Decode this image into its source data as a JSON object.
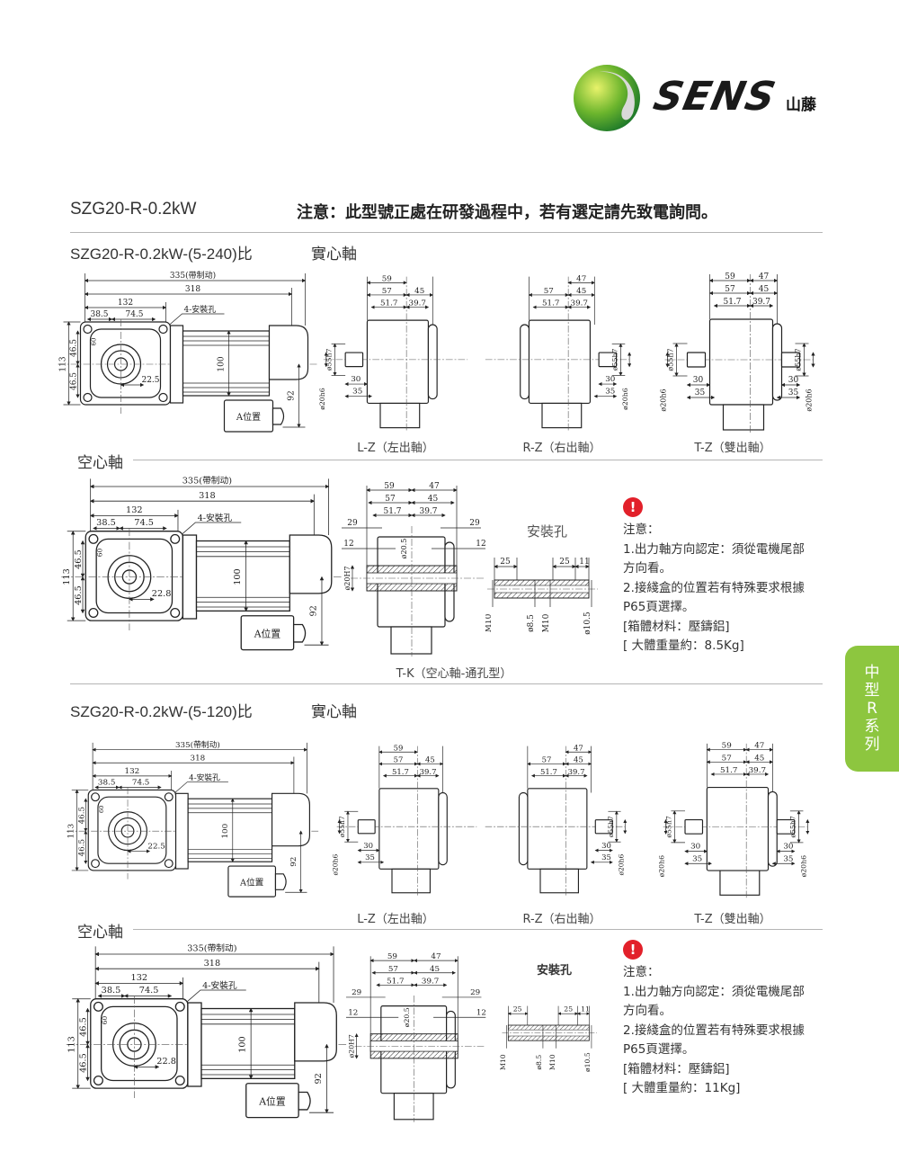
{
  "logo": {
    "brand": "SENS",
    "cn": "山藤"
  },
  "header": {
    "model": "SZG20-R-0.2kW",
    "notice": "注意：此型號正處在研發過程中，若有選定請先致電詢問。"
  },
  "side_tab": [
    "中",
    "型",
    "R",
    "系",
    "列"
  ],
  "sections": [
    {
      "title": "SZG20-R-0.2kW-(5-240)比",
      "shaft": "實心軸",
      "motor": {
        "overall": "335(帶制动)",
        "length": "318",
        "flange": "132",
        "d1": "38.5",
        "d2": "74.5",
        "holes": "4-安裝孔",
        "height": "113",
        "h1": "46.5",
        "h2": "46.5",
        "sq": "60",
        "offset": "22.5",
        "dia": "100",
        "cap": "92",
        "box": "A位置"
      },
      "views": [
        {
          "label": "L-Z（左出軸）",
          "top": [
            "59",
            "57",
            "45",
            "51.7",
            "39.7"
          ],
          "shaft": [
            "ø55h7",
            "ø20h6",
            "30",
            "35"
          ]
        },
        {
          "label": "R-Z（右出軸）",
          "top": [
            "47",
            "57",
            "45",
            "51.7",
            "39.7"
          ],
          "shaft": [
            "ø55h7",
            "ø20h6",
            "30",
            "35"
          ]
        },
        {
          "label": "T-Z（雙出軸）",
          "top": [
            "59",
            "47",
            "57",
            "45",
            "51.7",
            "39.7"
          ],
          "shaft": [
            "ø55h7",
            "ø20h6",
            "30",
            "35",
            "ø55h7",
            "ø20h6",
            "30",
            "35"
          ]
        }
      ],
      "hollow": {
        "label": "空心軸",
        "motor": {
          "overall": "335(帶制动)",
          "length": "318",
          "flange": "132",
          "d1": "38.5",
          "d2": "74.5",
          "holes": "4-安裝孔",
          "height": "113",
          "h1": "46.5",
          "h2": "46.5",
          "sq": "60",
          "offset": "22.8",
          "dia": "100",
          "cap": "92",
          "box": "A位置"
        },
        "tk": {
          "top": [
            "59",
            "47",
            "57",
            "45",
            "51.7",
            "39.7"
          ],
          "sides": [
            "29",
            "29",
            "12",
            "12"
          ],
          "bore": "ø20.5",
          "fit": "ø20H7"
        },
        "mount": {
          "title": "安裝孔",
          "top": [
            "25",
            "25",
            "11"
          ],
          "bottom": [
            "M10",
            "ø8.5",
            "M10",
            "ø10.5"
          ]
        },
        "tk_label": "T-K（空心軸-通孔型）",
        "note": [
          "注意：",
          "1.出力軸方向認定：須從電機尾部",
          "方向看。",
          "2.接綫盒的位置若有特殊要求根據",
          "P65頁選擇。",
          "[箱體材料：壓鑄鋁]",
          "[ 大體重量約：8.5Kg]"
        ]
      }
    },
    {
      "title": "SZG20-R-0.2kW-(5-120)比",
      "shaft": "實心軸",
      "motor": {
        "overall": "335(帶制动)",
        "length": "318",
        "flange": "132",
        "d1": "38.5",
        "d2": "74.5",
        "holes": "4-安裝孔",
        "height": "113",
        "h1": "46.5",
        "h2": "46.5",
        "sq": "60",
        "offset": "22.5",
        "dia": "100",
        "cap": "92",
        "box": "A位置"
      },
      "views": [
        {
          "label": "L-Z（左出軸）",
          "top": [
            "59",
            "57",
            "45",
            "51.7",
            "39.7"
          ],
          "shaft": [
            "ø55h7",
            "ø20h6",
            "30",
            "35"
          ]
        },
        {
          "label": "R-Z（右出軸）",
          "top": [
            "47",
            "57",
            "45",
            "51.7",
            "39.7"
          ],
          "shaft": [
            "ø55h7",
            "ø20h6",
            "30",
            "35"
          ]
        },
        {
          "label": "T-Z（雙出軸）",
          "top": [
            "59",
            "47",
            "57",
            "45",
            "51.7",
            "39.7"
          ],
          "shaft": [
            "ø55h7",
            "ø20h6",
            "30",
            "35",
            "ø55h7",
            "ø20h6",
            "30",
            "35"
          ]
        }
      ],
      "hollow": {
        "label": "空心軸",
        "motor": {
          "overall": "335(帶制动)",
          "length": "318",
          "flange": "132",
          "d1": "38.5",
          "d2": "74.5",
          "holes": "4-安裝孔",
          "height": "113",
          "h1": "46.5",
          "h2": "46.5",
          "sq": "60",
          "offset": "22.8",
          "dia": "100",
          "cap": "92",
          "box": "A位置"
        },
        "tk": {
          "top": [
            "59",
            "47",
            "57",
            "45",
            "51.7",
            "39.7"
          ],
          "sides": [
            "29",
            "29",
            "12",
            "12"
          ],
          "bore": "ø20.5",
          "fit": "ø20H7"
        },
        "mount": {
          "title": "安裝孔",
          "top": [
            "25",
            "25",
            "11"
          ],
          "bottom": [
            "M10",
            "ø8.5",
            "M10",
            "ø10.5"
          ]
        },
        "note": [
          "注意：",
          "1.出力軸方向認定：須從電機尾部",
          "方向看。",
          "2.接綫盒的位置若有特殊要求根據",
          "P65頁選擇。",
          "[箱體材料：壓鑄鋁]",
          "[ 大體重量約：11Kg]"
        ]
      }
    }
  ]
}
